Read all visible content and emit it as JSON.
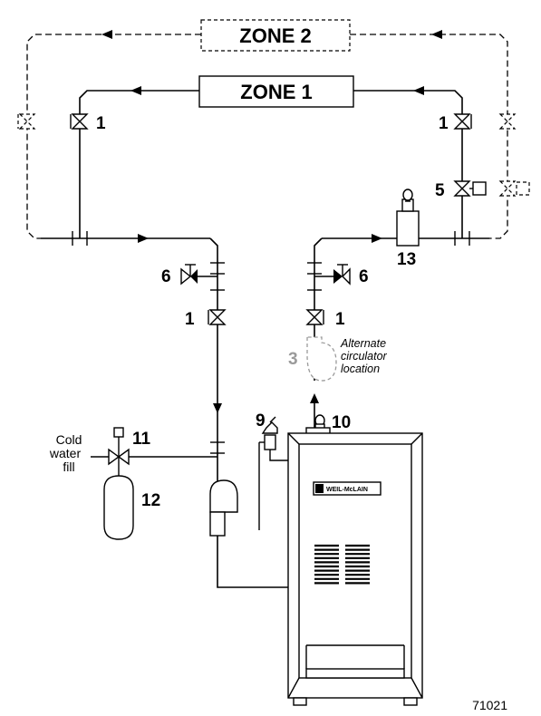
{
  "zones": {
    "zone1": "ZONE 1",
    "zone2": "ZONE 2"
  },
  "callouts": {
    "isolation_valve_left_top": "1",
    "isolation_valve_right_top": "1",
    "isolation_valve_supply": "1",
    "isolation_valve_return": "1",
    "alternate_circulator": "3",
    "flow_check_valve": "5",
    "purge_valve_left": "6",
    "purge_valve_right": "6",
    "relief_valve": "9",
    "air_vent": "10",
    "fill_valve": "11",
    "expansion_tank": "12",
    "air_separator": "13"
  },
  "notes": {
    "cold_water_line1": "Cold",
    "cold_water_line2": "water",
    "cold_water_line3": "fill",
    "alternate_line1": "Alternate",
    "alternate_line2": "circulator",
    "alternate_line3": "location"
  },
  "boiler_brand": "WEIL-McLAIN",
  "figure_number": "71021"
}
